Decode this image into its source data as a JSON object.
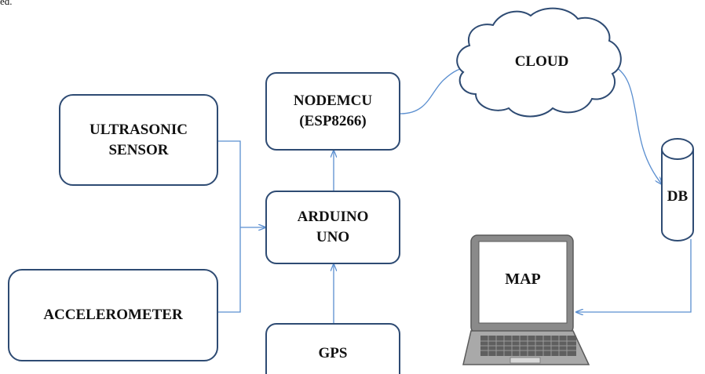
{
  "caption_fragment": "ed.",
  "blocks": {
    "ultrasonic": "ULTRASONIC\nSENSOR",
    "accelerometer": "ACCELEROMETER",
    "arduino": "ARDUINO\nUNO",
    "nodemcu": "NODEMCU\n(ESP8266)",
    "gps": "GPS",
    "cloud": "CLOUD",
    "db": "DB",
    "map": "MAP"
  },
  "colors": {
    "box_border": "#2e4b73",
    "arrow": "#5b8fd0",
    "laptop_body": "#8a8a8a"
  }
}
